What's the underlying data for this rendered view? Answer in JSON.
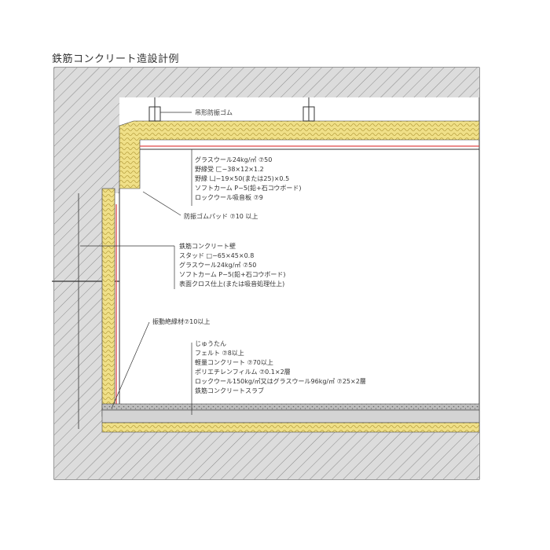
{
  "title": "鉄筋コンクリート造設計例",
  "labels": {
    "hanger": "吊形防振ゴム",
    "ceiling": [
      "グラスウール24kg/㎥ ⑦50",
      "野縁受 匚−38×12×1.2",
      "野縁 凵−19×50(または25)×0.5",
      "ソフトカーム P−5(鉛+石コウボード)",
      "ロックウール吸音板 ⑦9"
    ],
    "pad": "防振ゴムパッド ⑦10 以上",
    "wall": [
      "鉄筋コンクリート壁",
      "スタッド □−65×45×0.8",
      "グラスウール24kg/㎥ ⑦50",
      "ソフトカーム P−5(鉛+石コウボード)",
      "表面クロス仕上(または吸音処理仕上)"
    ],
    "isolation": "振動絶縁材⑦10以上",
    "floor": [
      "じゅうたん",
      "フェルト ⑦8以上",
      "軽量コンクリート ⑦70以上",
      "ポリエチレンフィルム ⑦0.1×2層",
      "ロックウール150kg/㎥又はグラスウール96kg/㎥ ⑦25×2層",
      "鉄筋コンクリートスラブ"
    ]
  },
  "colors": {
    "insulation": "#f0e088",
    "concrete": "#dcdcdc",
    "hatch": "#999999",
    "board": "#e04848",
    "line": "#333333"
  }
}
